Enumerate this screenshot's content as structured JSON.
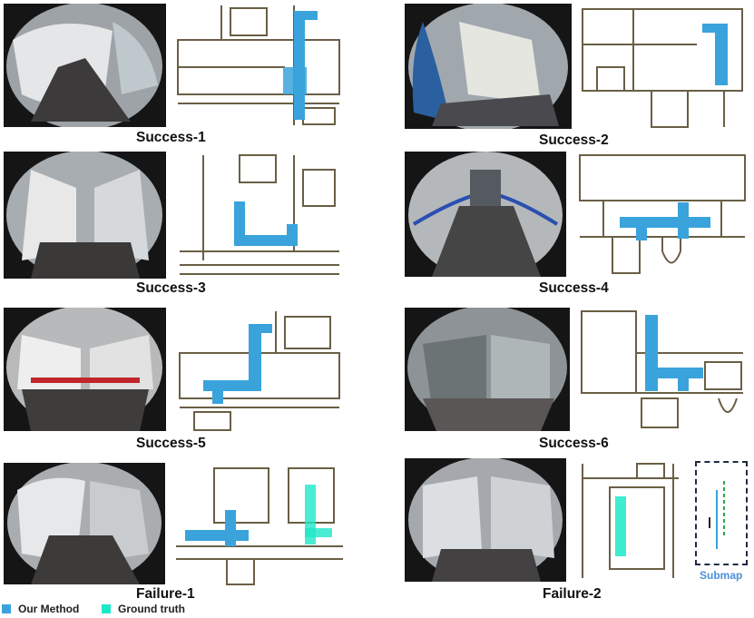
{
  "colors": {
    "our_method": "#3aa3dc",
    "ground_truth": "#1de9c8",
    "wall": "#6a5f45",
    "caption": "#111111",
    "submap_label": "#4a90d9"
  },
  "panels": [
    {
      "id": "s1",
      "caption": "Success-1"
    },
    {
      "id": "s2",
      "caption": "Success-2"
    },
    {
      "id": "s3",
      "caption": "Success-3"
    },
    {
      "id": "s4",
      "caption": "Success-4"
    },
    {
      "id": "s5",
      "caption": "Success-5"
    },
    {
      "id": "s6",
      "caption": "Success-6"
    },
    {
      "id": "f1",
      "caption": "Failure-1"
    },
    {
      "id": "f2",
      "caption": "Failure-2"
    }
  ],
  "submap": {
    "label": "Submap"
  },
  "legend": [
    {
      "label": "Our Method"
    },
    {
      "label": "Ground truth"
    }
  ]
}
